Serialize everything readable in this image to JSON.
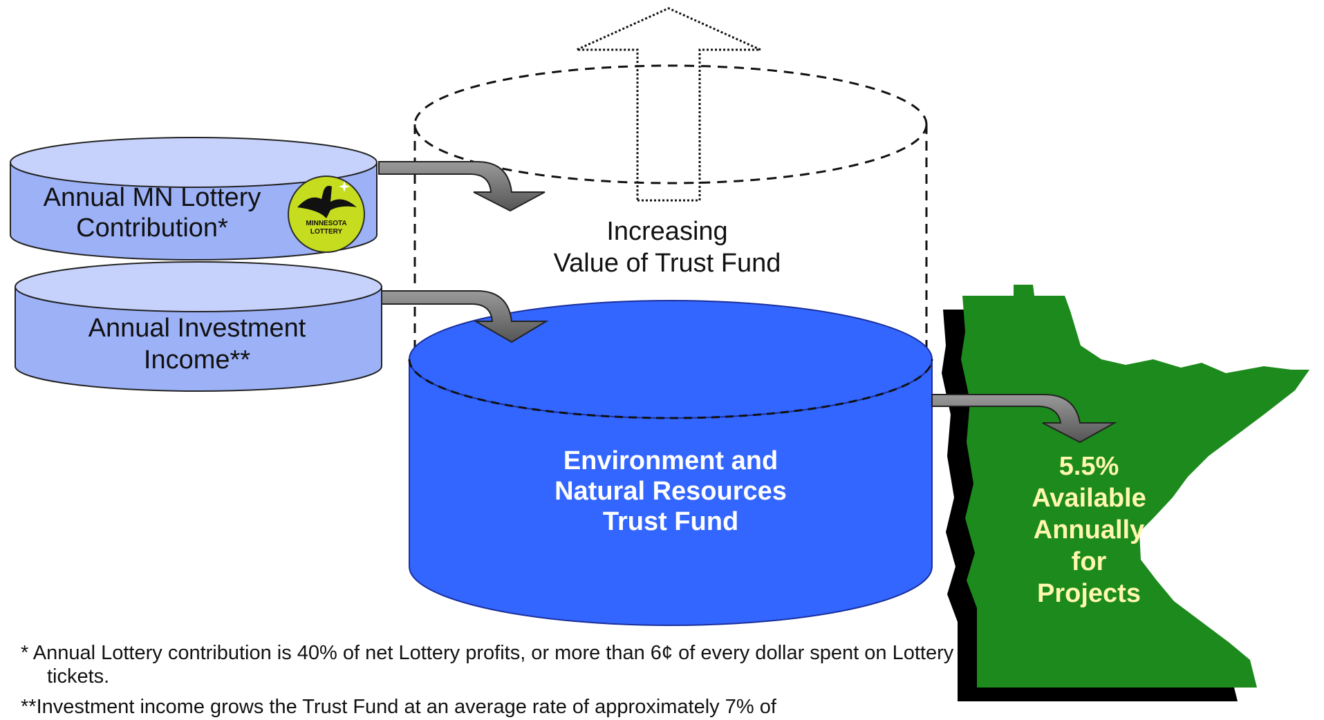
{
  "lottery": {
    "label_line1": "Annual MN Lottery",
    "label_line2": "Contribution*",
    "logo_text_line1": "MINNESOTA",
    "logo_text_line2": "LOTTERY"
  },
  "investment": {
    "label_line1": "Annual Investment",
    "label_line2": "Income**"
  },
  "growth": {
    "label_line1": "Increasing",
    "label_line2": "Value of Trust Fund"
  },
  "trust_fund": {
    "line1": "Environment and",
    "line2": "Natural Resources",
    "line3": "Trust Fund"
  },
  "state": {
    "line1": "5.5%",
    "line2": "Available",
    "line3": "Annually",
    "line4": "for",
    "line5": "Projects"
  },
  "footnotes": {
    "note1": "*  Annual Lottery contribution is 40% of net Lottery profits, or more than 6¢ of every dollar spent on Lottery tickets.",
    "note2": "**Investment income grows the Trust Fund at an average rate of approximately 7% of"
  },
  "colors": {
    "lottery_blue": "#9db1f7",
    "fund_blue": "#3366ff",
    "state_green": "#1c8a1c",
    "logo_green": "#c6dc1f",
    "arrow_gray": "#707070",
    "state_text": "#fff7b0"
  }
}
